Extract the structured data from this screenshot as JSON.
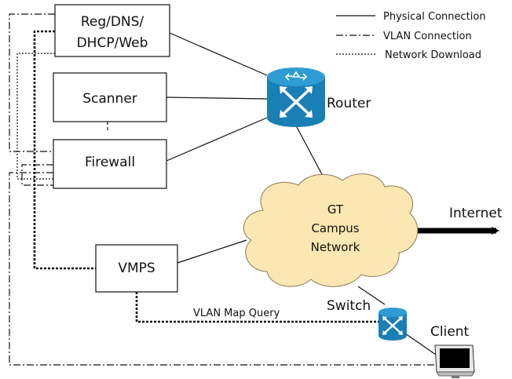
{
  "nodes": {
    "reg_line1": "Reg/DNS/",
    "reg_line2": "DHCP/Web",
    "scanner": "Scanner",
    "firewall": "Firewall",
    "vmps": "VMPS",
    "router": "Router",
    "campus_line1": "GT",
    "campus_line2": "Campus",
    "campus_line3": "Network",
    "internet": "Internet",
    "switch": "Switch",
    "client": "Client"
  },
  "edge_labels": {
    "vlan_map_query": "VLAN Map Query"
  },
  "legend": {
    "physical": "Physical Connection",
    "vlan": "VLAN Connection",
    "download": "Network Download"
  },
  "colors": {
    "router_blue": "#1a7fb5",
    "router_light": "#2e9bd2",
    "cloud_fill": "#fbe7b2",
    "cloud_stroke": "#8a7a55",
    "line": "#111111"
  }
}
